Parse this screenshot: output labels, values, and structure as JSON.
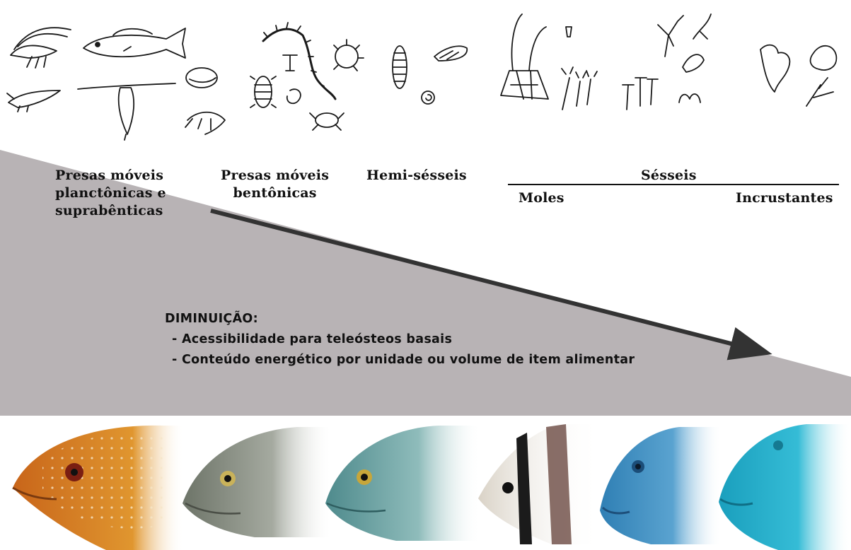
{
  "categories": {
    "planktonic_line1": "Presas móveis",
    "planktonic_line2": "planctônicas e",
    "planktonic_line3": "suprabênticas",
    "benthic_line1": "Presas móveis",
    "benthic_line2": "bentônicas",
    "hemi": "Hemi-sésseis",
    "sessile": "Sésseis",
    "soft": "Moles",
    "encrusting": "Incrustantes"
  },
  "gradient_note": {
    "heading": "DIMINUIÇÃO:",
    "items": [
      "- Acessibilidade para teleósteos basais",
      "- Conteúdo energético por unidade ou volume de item alimentar"
    ]
  },
  "colors": {
    "wedge": "#b8b3b5",
    "arrow": "#333333",
    "fish": [
      "#d9862a",
      "#8f9487",
      "#6fa2a0",
      "#e6e0d6",
      "#4f97c4",
      "#2ab0cc"
    ]
  },
  "icons": [
    "shrimp-sketch-icon",
    "fish-sketch-icon",
    "copepod-sketch-icon",
    "ostracod-sketch-icon",
    "mysid-sketch-icon",
    "amphipod-sketch-icon",
    "polychaete-sketch-icon",
    "isopod-sketch-icon",
    "crab-sketch-icon",
    "sea-urchin-sketch-icon",
    "sea-cucumber-sketch-icon",
    "bivalve-sketch-icon",
    "sponge-sketch-icon",
    "hydroid-sketch-icon",
    "soft-algae-sketch-icon",
    "coral-sketch-icon"
  ],
  "fish_photos": [
    "grouper-head-icon",
    "snapper-head-icon",
    "grunt-head-icon",
    "butterflyfish-head-icon",
    "surgeonfish-head-icon",
    "parrotfish-head-icon"
  ]
}
